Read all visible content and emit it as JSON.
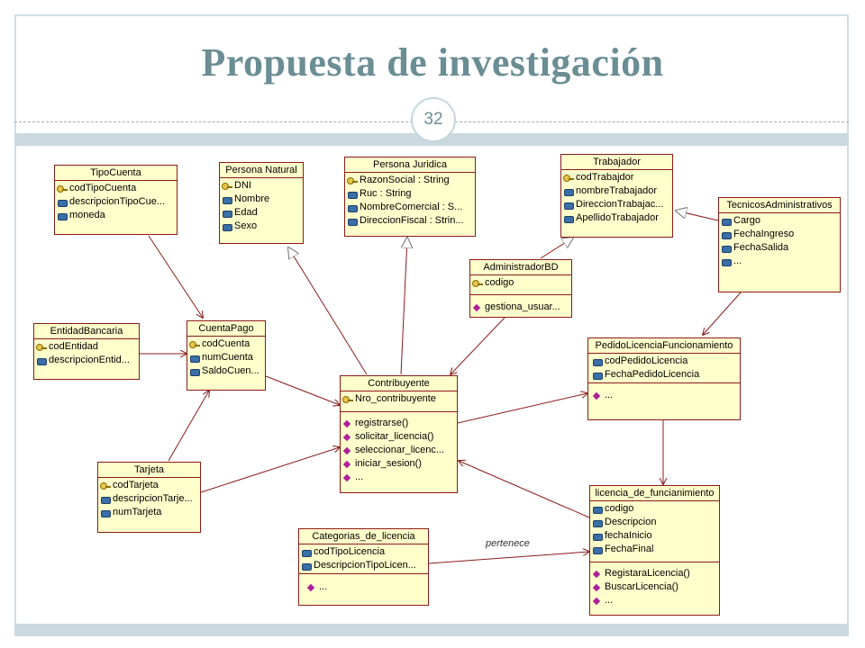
{
  "slide": {
    "title": "Propuesta de investigación",
    "page_number": "32"
  },
  "diagram": {
    "association_label": "pertenece",
    "classes": {
      "tipocuenta": {
        "name": "TipoCuenta",
        "attributes": [
          "codTipoCuenta",
          "descripcionTipoCue...",
          "moneda"
        ],
        "operations": []
      },
      "personanatural": {
        "name": "Persona Natural",
        "attributes": [
          "DNI",
          "Nombre",
          "Edad",
          "Sexo"
        ],
        "operations": []
      },
      "personajuridica": {
        "name": "Persona Juridica",
        "attributes": [
          "RazonSocial : String",
          "Ruc : String",
          "NombreComercial : S...",
          "DireccionFiscal : Strin..."
        ],
        "operations": []
      },
      "trabajador": {
        "name": "Trabajador",
        "attributes": [
          "codTrabajdor",
          "nombreTrabajador",
          "DireccionTrabajac...",
          "ApellidoTrabajador"
        ],
        "operations": []
      },
      "tecnicos": {
        "name": "TecnicosAdministrativos",
        "attributes": [
          "Cargo",
          "FechaIngreso",
          "FechaSalida",
          "..."
        ],
        "operations": []
      },
      "adminbd": {
        "name": "AdministradorBD",
        "attributes": [
          "codigo"
        ],
        "operations": [
          "gestiona_usuar..."
        ]
      },
      "entidadbancaria": {
        "name": "EntidadBancaria",
        "attributes": [
          "codEntidad",
          "descripcionEntid..."
        ],
        "operations": []
      },
      "cuentapago": {
        "name": "CuentaPago",
        "attributes": [
          "codCuenta",
          "numCuenta",
          "SaldoCuen..."
        ],
        "operations": []
      },
      "pedido": {
        "name": "PedidoLicenciaFuncionamiento",
        "attributes": [
          "codPedidoLicencia",
          "FechaPedidoLicencia"
        ],
        "operations": [
          "..."
        ]
      },
      "contribuyente": {
        "name": "Contribuyente",
        "attributes": [
          "Nro_contribuyente"
        ],
        "operations": [
          "registrarse()",
          "solicitar_licencia()",
          "seleccionar_licenc...",
          "iniciar_sesion()",
          "..."
        ]
      },
      "tarjeta": {
        "name": "Tarjeta",
        "attributes": [
          "codTarjeta",
          "descripcionTarje...",
          "numTarjeta"
        ],
        "operations": []
      },
      "licencia": {
        "name": "licencia_de_funcianimiento",
        "attributes": [
          "codigo",
          "Descripcion",
          "fechaInicio",
          "FechaFinal"
        ],
        "operations": [
          "RegistaraLicencia()",
          "BuscarLicencia()",
          "..."
        ]
      },
      "categorias": {
        "name": "Categorias_de_licencia",
        "attributes": [
          "codTipoLicencia",
          "DescripcionTipoLicen..."
        ],
        "operations": [
          "..."
        ]
      }
    }
  }
}
